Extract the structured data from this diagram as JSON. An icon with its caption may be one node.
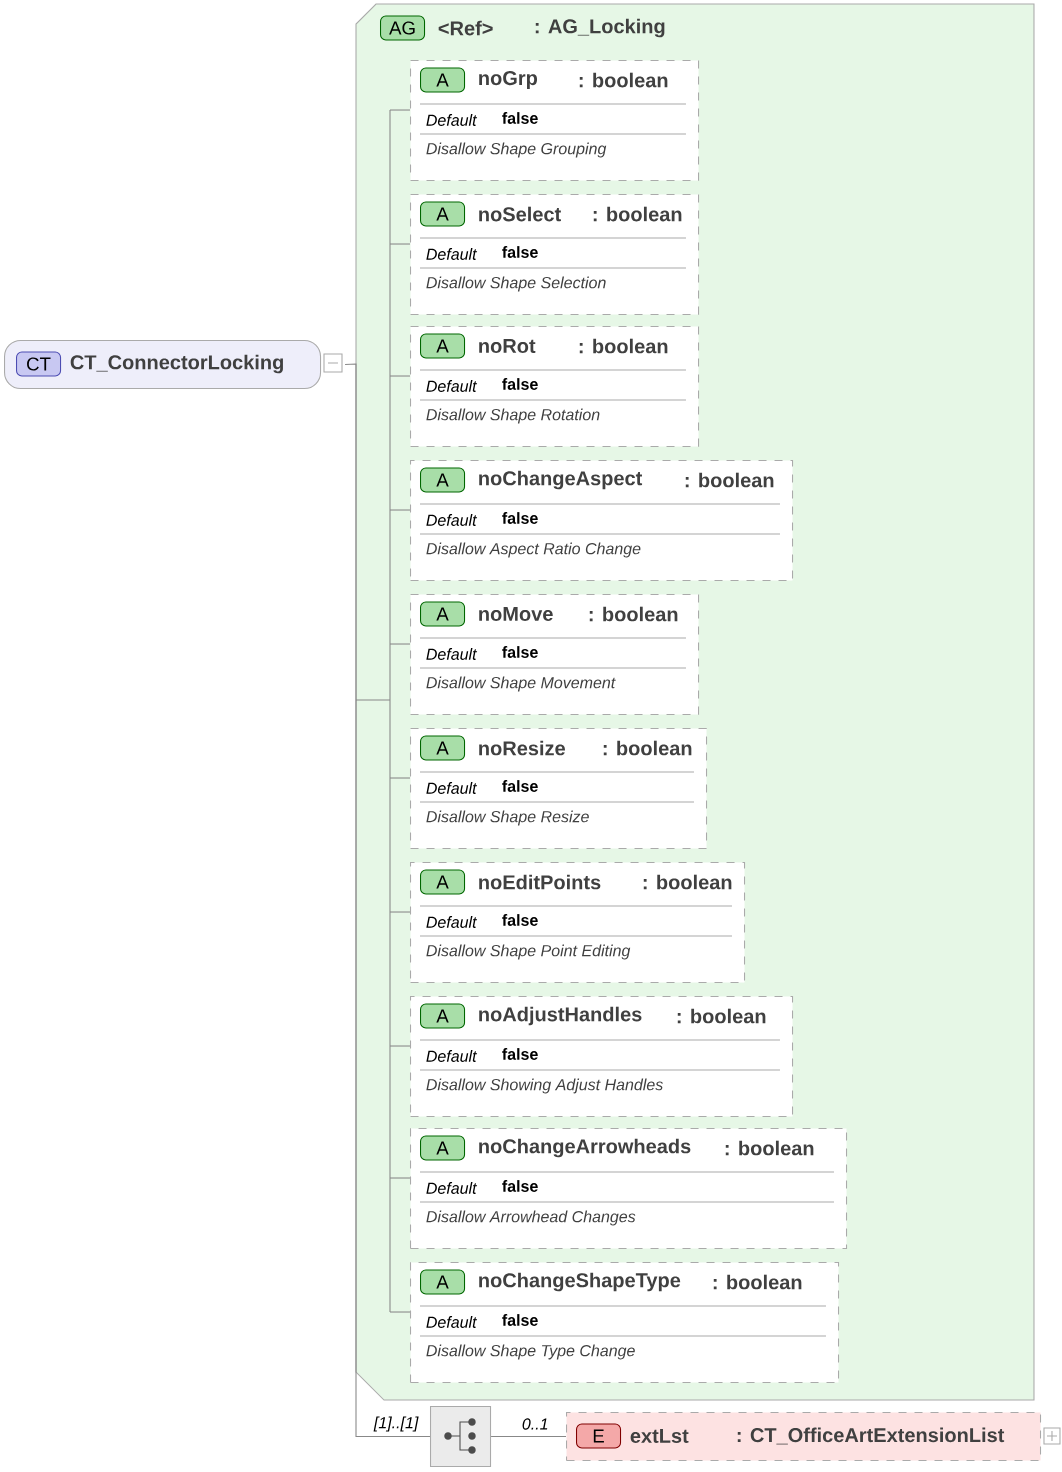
{
  "diagram": {
    "nodes": [
      {
        "text": [
          "CT",
          "CT_ConnectorLocking"
        ]
      },
      {
        "text": [
          "AG",
          "<Ref>",
          ": AG_Locking"
        ]
      },
      {
        "text": [
          "A",
          "noGrp",
          ": boolean",
          "Default",
          "false",
          "Disallow Shape Grouping"
        ],
        "in": 1
      },
      {
        "text": [
          "A",
          "noSelect",
          ": boolean",
          "Default",
          "false",
          "Disallow Shape Selection"
        ],
        "in": 1
      },
      {
        "text": [
          "A",
          "noRot",
          ": boolean",
          "Default",
          "false",
          "Disallow Shape Rotation"
        ],
        "in": 1
      },
      {
        "text": [
          "A",
          "noChangeAspect",
          ": boolean",
          "Default",
          "false",
          "Disallow Aspect Ratio Change"
        ],
        "in": 1
      },
      {
        "text": [
          "A",
          "noMove",
          ": boolean",
          "Default",
          "false",
          "Disallow Shape Movement"
        ],
        "in": 1
      },
      {
        "text": [
          "A",
          "noResize",
          ": boolean",
          "Default",
          "false",
          "Disallow Shape Resize"
        ],
        "in": 1
      },
      {
        "text": [
          "A",
          "noEditPoints",
          ": boolean",
          "Default",
          "false",
          "Disallow Shape Point Editing"
        ],
        "in": 1
      },
      {
        "text": [
          "A",
          "noAdjustHandles",
          ": boolean",
          "Default",
          "false",
          "Disallow Showing Adjust Handles"
        ],
        "in": 1
      },
      {
        "text": [
          "A",
          "noChangeArrowheads",
          ": boolean",
          "Default",
          "false",
          "Disallow Arrowhead Changes"
        ],
        "in": 1
      },
      {
        "text": [
          "A",
          "noChangeShapeType",
          ": boolean",
          "Default",
          "false",
          "Disallow Shape Type Change"
        ],
        "in": 1
      },
      {
        "text": [],
        "shape": "box",
        "beside": [
          "[1]..[1]"
        ]
      },
      {
        "text": [
          "E",
          "extLst",
          ": CT_OfficeArtExtensionList"
        ],
        "beside": [
          "0..1"
        ]
      }
    ],
    "edges": [
      {
        "from": 0,
        "to": 2,
        "arrow": "none"
      },
      {
        "from": 0,
        "to": 3,
        "arrow": "none"
      },
      {
        "from": 0,
        "to": 4,
        "arrow": "none"
      },
      {
        "from": 0,
        "to": 5,
        "arrow": "none"
      },
      {
        "from": 0,
        "to": 6,
        "arrow": "none"
      },
      {
        "from": 0,
        "to": 7,
        "arrow": "none"
      },
      {
        "from": 0,
        "to": 8,
        "arrow": "none"
      },
      {
        "from": 0,
        "to": 9,
        "arrow": "none"
      },
      {
        "from": 0,
        "to": 10,
        "arrow": "none"
      },
      {
        "from": 0,
        "to": 11,
        "arrow": "none"
      },
      {
        "from": 0,
        "to": 12,
        "arrow": "none"
      },
      {
        "from": 12,
        "to": 13,
        "arrow": "none"
      }
    ]
  }
}
